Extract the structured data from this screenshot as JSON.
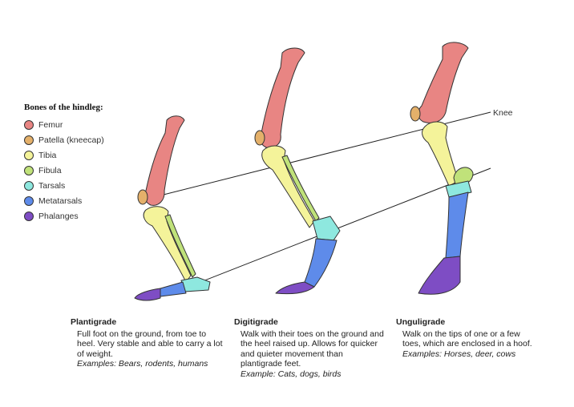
{
  "legend": {
    "title": "Bones of the hindleg:",
    "items": [
      {
        "label": "Femur",
        "color": "#E88583"
      },
      {
        "label": "Patella (kneecap)",
        "color": "#E4B06A"
      },
      {
        "label": "Tibia",
        "color": "#F4F39A"
      },
      {
        "label": "Fibula",
        "color": "#C0E27A"
      },
      {
        "label": "Tarsals",
        "color": "#8EE8DF"
      },
      {
        "label": "Metatarsals",
        "color": "#5E8BEA"
      },
      {
        "label": "Phalanges",
        "color": "#7E4DC4"
      }
    ]
  },
  "knee_label": "Knee",
  "types": [
    {
      "title": "Plantigrade",
      "description": "Full foot on the ground, from toe to heel. Very stable and able to carry a lot of weight.",
      "examples": "Examples: Bears, rodents, humans"
    },
    {
      "title": "Digitigrade",
      "description": "Walk with their toes on the ground and the heel raised up. Allows for quicker and quieter movement than plantigrade feet.",
      "examples": "Example: Cats, dogs, birds"
    },
    {
      "title": "Unguligrade",
      "description": "Walk on the tips of one or a few toes, which are enclosed in a hoof.",
      "examples": "Examples: Horses, deer, cows"
    }
  ]
}
